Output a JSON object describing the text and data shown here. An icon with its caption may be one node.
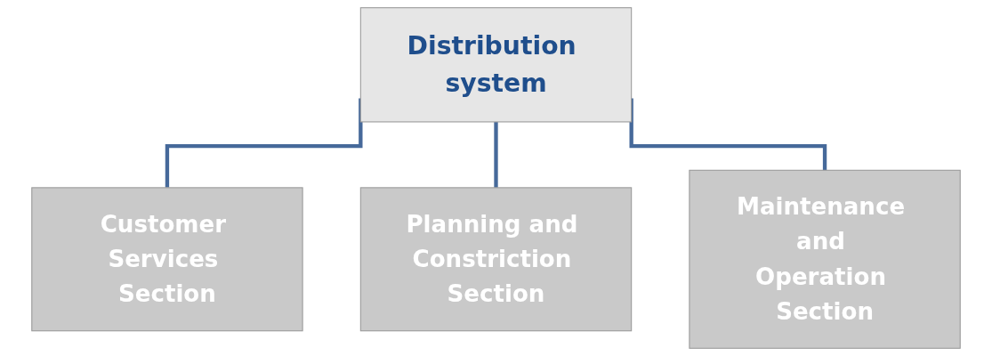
{
  "diagram": {
    "nodes": [
      {
        "text": [
          "Distribution system"
        ]
      },
      {
        "text": [
          "Customer Services Section"
        ]
      },
      {
        "text": [
          "Planning and Constriction Section"
        ]
      },
      {
        "text": [
          "Maintenance and Operation Section"
        ]
      }
    ],
    "edges": [
      {
        "from": 0,
        "to": 1,
        "arrow": "none"
      },
      {
        "from": 0,
        "to": 2,
        "arrow": "none"
      },
      {
        "from": 0,
        "to": 3,
        "arrow": "none"
      }
    ]
  }
}
